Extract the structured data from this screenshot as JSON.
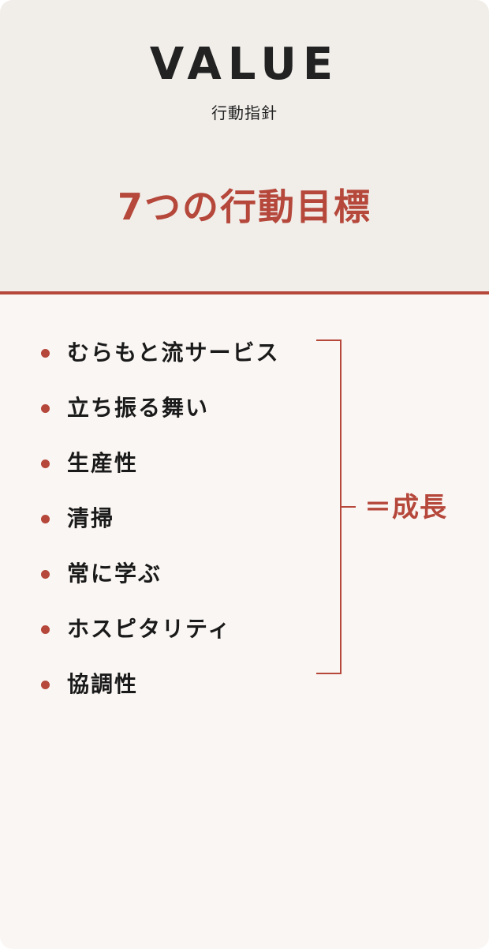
{
  "header": {
    "title": "VALUE",
    "subtitle": "行動指針",
    "headline": "7つの行動目標"
  },
  "goals": {
    "items": [
      {
        "label": "むらもと流サービス"
      },
      {
        "label": "立ち振る舞い"
      },
      {
        "label": "生産性"
      },
      {
        "label": "清掃"
      },
      {
        "label": "常に学ぶ"
      },
      {
        "label": "ホスピタリティ"
      },
      {
        "label": "協調性"
      }
    ],
    "result": "＝成長"
  },
  "colors": {
    "accent": "#b5473b",
    "header_bg": "#f1eeea",
    "body_bg": "#faf6f3",
    "text": "#1a1a1a"
  }
}
